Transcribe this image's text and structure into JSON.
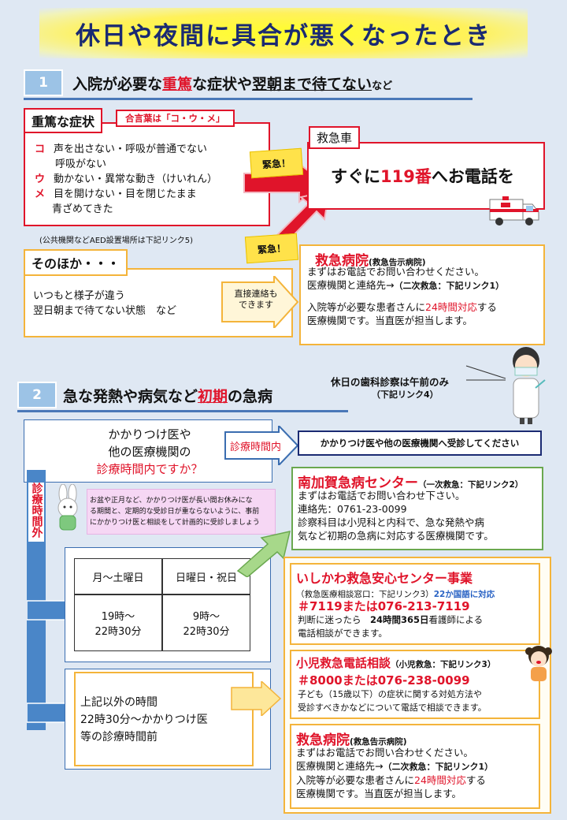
{
  "title": "休日や夜間に具合が悪くなったとき",
  "s1": {
    "num": "1",
    "title_a": "入院が必要な",
    "title_b": "重篤",
    "title_c": "な症状や",
    "title_d": "翌朝まで待てない",
    "title_e": "など",
    "severe_label": "重篤な症状",
    "keyword_label": "合言葉は「コ・ウ・メ」",
    "ko": "コ",
    "ko_line1": "声を出さない・呼吸が普通でない",
    "ko_line2": "呼吸がない",
    "u": "ウ",
    "u_line": "動かない・異常な動き（けいれん）",
    "me": "メ",
    "me_line1": "目を開けない・目を閉じたまま",
    "me_line2": "青ざめてきた",
    "aed_note": "(公共機関などAED設置場所は下記リンク5)",
    "urgent1": "緊急！",
    "urgent2": "緊急！",
    "ambulance_label": "救急車",
    "call_a": "すぐに",
    "call_b": "119番",
    "call_c": "へお電話を",
    "other_label": "そのほか・・・",
    "other_line1": "いつもと様子が違う",
    "other_line2": "翌日朝まで待てない状態　など",
    "direct_line1": "直接連絡も",
    "direct_line2": "できます",
    "hosp_title": "救急病院",
    "hosp_sub": "(救急告示病院)",
    "hosp_l1": "まずはお電話でお問い合わせください。",
    "hosp_l2": "医療機関と連絡先→",
    "hosp_l2b": "（二次救急：下記リンク1）",
    "hosp_l3a": "入院等が必要な患者さんに",
    "hosp_l3b": "24時間対応",
    "hosp_l3c": "する",
    "hosp_l4": "医療機関です。当直医が担当します。"
  },
  "dental": {
    "line1": "休日の歯科診察は午前のみ",
    "line2": "（下記リンク4）"
  },
  "s2": {
    "num": "2",
    "title_a": "急な発熱や病気など",
    "title_b": "初期",
    "title_c": "の急病",
    "q_l1": "かかりつけ医や",
    "q_l2": "他の医療機関の",
    "q_l3": "診療時間内ですか？",
    "in_hours_label": "診療時間内",
    "in_hours_dest": "かかりつけ医や他の医療機関へ受診してください",
    "out_hours_label": "診療時間外",
    "advice_l1": "お盆や正月など、かかりつけ医が長い間お休みにな",
    "advice_l2": "る期間と、定期的な受診日が重ならないように、事前",
    "advice_l3": "にかかりつけ医と相談をして計画的に受診しましょう",
    "weekday_head": "月～土曜日",
    "holiday_head": "日曜日・祝日",
    "weekday_t1": "19時～",
    "weekday_t2": "22時30分",
    "holiday_t1": "9時～",
    "holiday_t2": "22時30分",
    "other_l1": "上記以外の時間",
    "other_l2": "22時30分～かかりつけ医",
    "other_l3": "等の診療時間前",
    "mk_title": "南加賀急病センター",
    "mk_sub": "（一次救急：下記リンク2）",
    "mk_l1": "まずはお電話でお問い合わせ下さい。",
    "mk_l2": "連絡先：0761-23-0099",
    "mk_l3": "診察科目は小児科と内科で、急な発熱や病",
    "mk_l4": "気など初期の急病に対応する医療機関です。",
    "ik_title": "いしかわ救急安心センター事業",
    "ik_sub": "（救急医療相談窓口：下記リンク3）",
    "ik_lang": "22か国語に対応",
    "ik_phone": "＃7119または076-213-7119",
    "ik_l1a": "判断に迷ったら　",
    "ik_l1b": "24時間365日",
    "ik_l1c": "看護師による",
    "ik_l2": "電話相談ができます。",
    "ch_title": "小児救急電話相談",
    "ch_sub": "（小児救急：下記リンク3）",
    "ch_phone": "＃8000または076-238-0099",
    "ch_l1": "子ども（15歳以下）の症状に関する対処方法や",
    "ch_l2": "受診すべきかなどについて電話で相談できます。",
    "eh_title": "救急病院",
    "eh_sub": "(救急告示病院)",
    "eh_l1": "まずはお電話でお問い合わせください。",
    "eh_l2": "医療機関と連絡先→",
    "eh_l2b": "（二次救急：下記リンク1）",
    "eh_l3a": "入院等が必要な患者さんに",
    "eh_l3b": "24時間対応",
    "eh_l3c": "する",
    "eh_l4": "医療機関です。当直医が担当します。"
  },
  "colors": {
    "accent_red": "#e0142a",
    "title_blue": "#1a2a72",
    "panel_orange": "#f4b43a",
    "arrow_blue": "#4a86c8"
  }
}
